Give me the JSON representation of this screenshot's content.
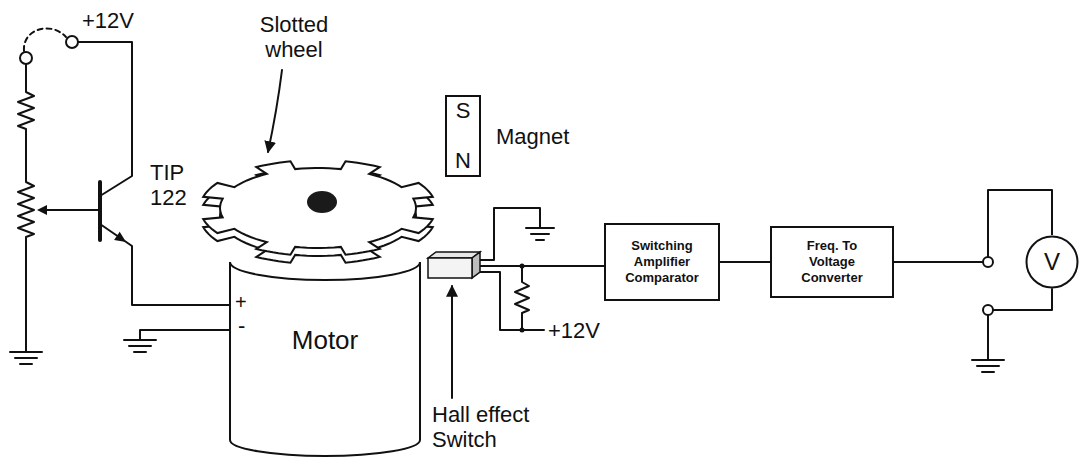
{
  "diagram": {
    "nodes": [
      {
        "text": [
          "Motor"
        ]
      },
      {
        "text": [
          "S",
          "N"
        ]
      },
      {
        "text": [
          "Switching Amplifier Comparator"
        ]
      },
      {
        "text": [
          "Freq. To Voltage Converter"
        ]
      },
      {
        "text": [
          "V"
        ]
      }
    ],
    "edges": [
      {
        "from": 2,
        "to": 3,
        "arrow": "none"
      },
      {
        "from": 3,
        "to": 4,
        "arrow": "none"
      }
    ],
    "labels": [
      "+12V",
      "TIP 122",
      "Slotted wheel",
      "Magnet",
      "+",
      "-",
      "+12V",
      "Hall effect Switch"
    ]
  }
}
